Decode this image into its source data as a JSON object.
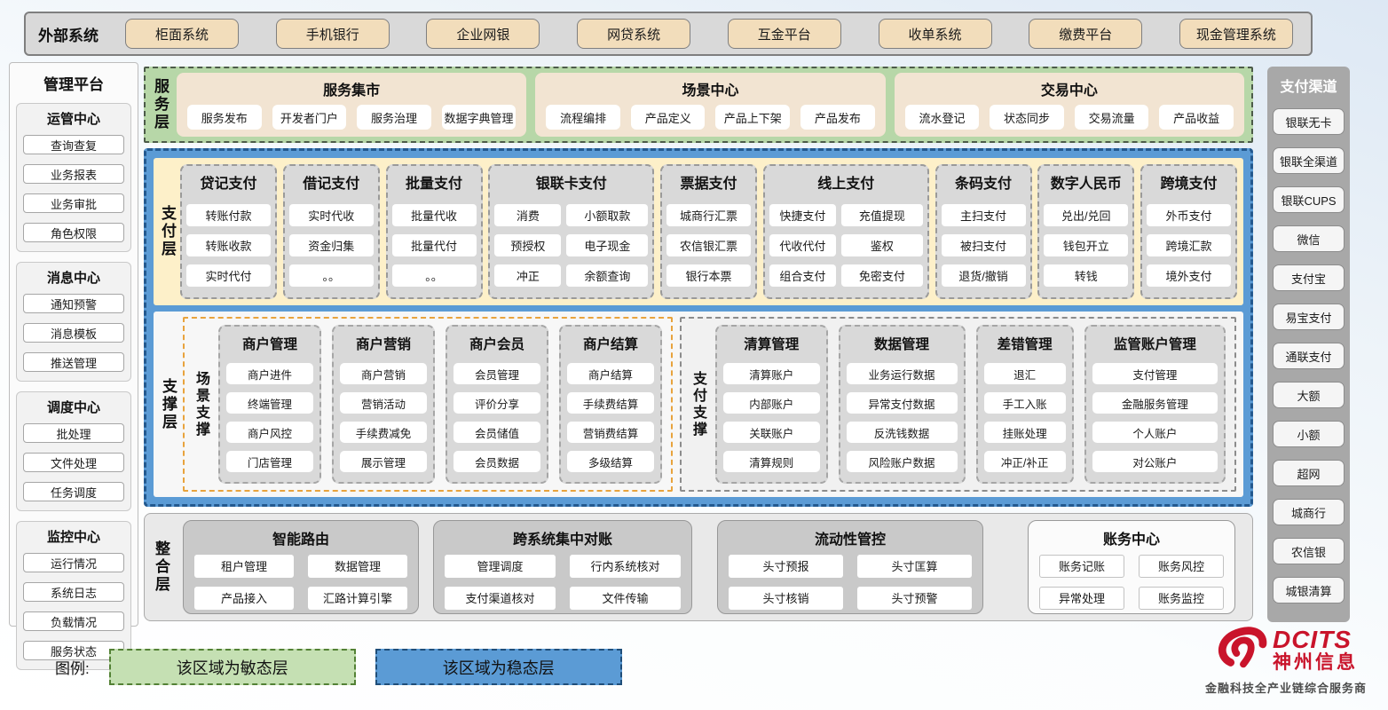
{
  "colors": {
    "agile_green": "#b7d7a8",
    "stable_blue": "#5b9bd5",
    "tan_button": "#f2ddbb",
    "cream_payment": "#fdf0c9",
    "brand_red": "#c9142b"
  },
  "external": {
    "title": "外部系统",
    "systems": [
      "柜面系统",
      "手机银行",
      "企业网银",
      "网贷系统",
      "互金平台",
      "收单系统",
      "缴费平台",
      "现金管理系统"
    ]
  },
  "management": {
    "title": "管理平台",
    "groups": [
      {
        "title": "运管中心",
        "items": [
          "查询查复",
          "业务报表",
          "业务审批",
          "角色权限"
        ]
      },
      {
        "title": "消息中心",
        "items": [
          "通知预警",
          "消息模板",
          "推送管理"
        ]
      },
      {
        "title": "调度中心",
        "items": [
          "批处理",
          "文件处理",
          "任务调度"
        ]
      },
      {
        "title": "监控中心",
        "items": [
          "运行情况",
          "系统日志",
          "负载情况",
          "服务状态"
        ]
      }
    ]
  },
  "service_layer": {
    "label": "服务层",
    "groups": [
      {
        "title": "服务集市",
        "items": [
          "服务发布",
          "开发者门户",
          "服务治理",
          "数据字典管理"
        ]
      },
      {
        "title": "场景中心",
        "items": [
          "流程编排",
          "产品定义",
          "产品上下架",
          "产品发布"
        ]
      },
      {
        "title": "交易中心",
        "items": [
          "流水登记",
          "状态同步",
          "交易流量",
          "产品收益"
        ]
      }
    ]
  },
  "payment_layer": {
    "label": "支付层",
    "columns": [
      {
        "title": "贷记支付",
        "items": [
          "转账付款",
          "转账收款",
          "实时代付"
        ]
      },
      {
        "title": "借记支付",
        "items": [
          "实时代收",
          "资金归集",
          "。。"
        ]
      },
      {
        "title": "批量支付",
        "items": [
          "批量代收",
          "批量代付",
          "。。"
        ]
      },
      {
        "title": "银联卡支付",
        "items": [
          "消费",
          "小额取款",
          "预授权",
          "电子现金",
          "冲正",
          "余额查询"
        ]
      },
      {
        "title": "票据支付",
        "items": [
          "城商行汇票",
          "农信银汇票",
          "银行本票"
        ]
      },
      {
        "title": "线上支付",
        "items": [
          "快捷支付",
          "充值提现",
          "代收代付",
          "鉴权",
          "组合支付",
          "免密支付"
        ]
      },
      {
        "title": "条码支付",
        "items": [
          "主扫支付",
          "被扫支付",
          "退货/撤销"
        ]
      },
      {
        "title": "数字人民币",
        "items": [
          "兑出/兑回",
          "钱包开立",
          "转钱"
        ]
      },
      {
        "title": "跨境支付",
        "items": [
          "外币支付",
          "跨境汇款",
          "境外支付"
        ]
      }
    ]
  },
  "support_layer": {
    "label": "支撑层",
    "sections": [
      {
        "label": "场景支撑",
        "columns": [
          {
            "title": "商户管理",
            "items": [
              "商户进件",
              "终端管理",
              "商户风控",
              "门店管理"
            ]
          },
          {
            "title": "商户营销",
            "items": [
              "商户营销",
              "营销活动",
              "手续费减免",
              "展示管理"
            ]
          },
          {
            "title": "商户会员",
            "items": [
              "会员管理",
              "评价分享",
              "会员储值",
              "会员数据"
            ]
          },
          {
            "title": "商户结算",
            "items": [
              "商户结算",
              "手续费结算",
              "营销费结算",
              "多级结算"
            ]
          }
        ]
      },
      {
        "label": "支付支撑",
        "columns": [
          {
            "title": "清算管理",
            "items": [
              "清算账户",
              "内部账户",
              "关联账户",
              "清算规则"
            ]
          },
          {
            "title": "数据管理",
            "items": [
              "业务运行数据",
              "异常支付数据",
              "反洗钱数据",
              "风险账户数据"
            ]
          },
          {
            "title": "差错管理",
            "items": [
              "退汇",
              "手工入账",
              "挂账处理",
              "冲正/补正"
            ]
          },
          {
            "title": "监管账户管理",
            "items": [
              "支付管理",
              "金融服务管理",
              "个人账户",
              "对公账户"
            ]
          }
        ]
      }
    ]
  },
  "integration_layer": {
    "label": "整合层",
    "groups": [
      {
        "title": "智能路由",
        "items": [
          "租户管理",
          "数据管理",
          "产品接入",
          "汇路计算引擎"
        ]
      },
      {
        "title": "跨系统集中对账",
        "items": [
          "管理调度",
          "行内系统核对",
          "支付渠道核对",
          "文件传输"
        ]
      },
      {
        "title": "流动性管控",
        "items": [
          "头寸预报",
          "头寸匡算",
          "头寸核销",
          "头寸预警"
        ]
      },
      {
        "title": "账务中心",
        "items": [
          "账务记账",
          "账务风控",
          "异常处理",
          "账务监控"
        ]
      }
    ]
  },
  "channels": {
    "title": "支付渠道",
    "items": [
      "银联无卡",
      "银联全渠道",
      "银联CUPS",
      "微信",
      "支付宝",
      "易宝支付",
      "通联支付",
      "大额",
      "小额",
      "超网",
      "城商行",
      "农信银",
      "城银清算"
    ]
  },
  "legend": {
    "label": "图例:",
    "agile": "该区域为敏态层",
    "stable": "该区域为稳态层"
  },
  "logo": {
    "brand": "DCITS",
    "cn": "神州信息",
    "tagline": "金融科技全产业链综合服务商"
  }
}
